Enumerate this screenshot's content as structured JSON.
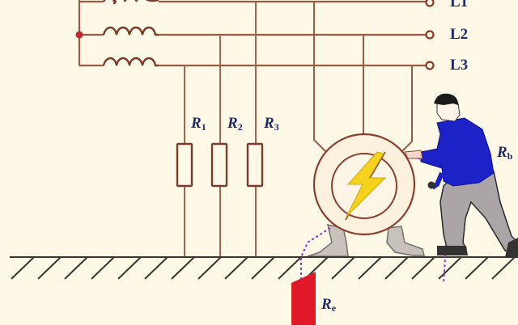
{
  "diagram": {
    "title": "Three-phase system with grounding resistances and touch-voltage hazard",
    "lines": [
      {
        "id": "L1",
        "label": "L1"
      },
      {
        "id": "L2",
        "label": "L2"
      },
      {
        "id": "L3",
        "label": "L3"
      }
    ],
    "resistors": [
      {
        "symbol": "R",
        "sub": "1"
      },
      {
        "symbol": "R",
        "sub": "2"
      },
      {
        "symbol": "R",
        "sub": "3"
      }
    ],
    "body_resistance": {
      "symbol": "R",
      "sub": "b"
    },
    "earth_resistance": {
      "symbol": "R",
      "sub": "e"
    },
    "motor_icon": "lightning-bolt",
    "colors": {
      "background": "#fdf9e6",
      "wire": "#a0523a",
      "label": "#1f2a6b",
      "bolt": "#f5d21c",
      "shirt": "#1c22c8",
      "pants": "#a9a4a8",
      "electrode": "#e01828",
      "current_path": "#8a3bd1"
    }
  }
}
